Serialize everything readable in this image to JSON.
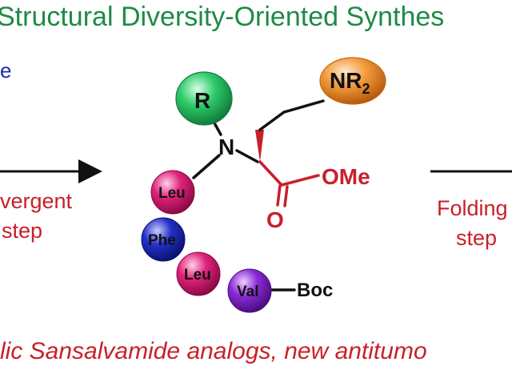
{
  "title": "Structural Diversity-Oriented Synthes",
  "left_label": "e",
  "left_step": {
    "line1": "vergent",
    "line2": "step"
  },
  "right_step": {
    "line1": "Folding",
    "line2": "step"
  },
  "caption": "lic Sansalvamide analogs, new antitumo",
  "molecule": {
    "substituent_r": "R",
    "amine_group": "NR",
    "amine_subscript": "2",
    "nitrogen": "N",
    "oxygen": "O",
    "ester": "OMe",
    "protecting_group": "Boc"
  },
  "residues": [
    "Leu",
    "Phe",
    "Leu",
    "Val"
  ],
  "colors": {
    "title_green": "#1e8a46",
    "label_blue": "#1f2ab0",
    "accent_red": "#c8202a",
    "bond_black": "#111111",
    "ball_r_green": "#2ecc6a",
    "ball_nr2_orange": "#f39a3a",
    "ball_leu_magenta": "#e0227a",
    "ball_phe_blue": "#2430c8",
    "ball_val_purple": "#8a2bd6"
  }
}
